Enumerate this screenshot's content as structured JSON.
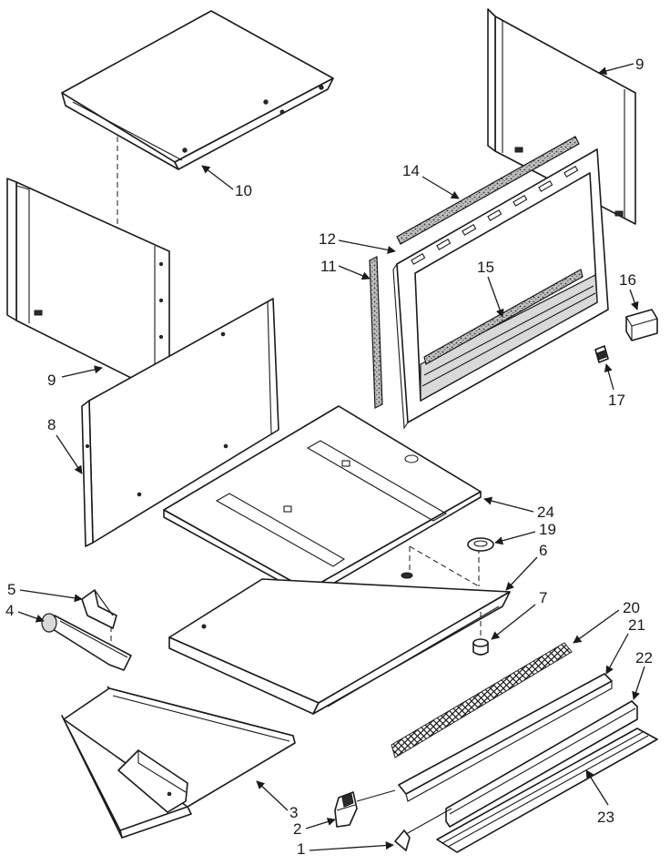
{
  "callouts": [
    {
      "id": "c10",
      "label": "10"
    },
    {
      "id": "c9a",
      "label": "9"
    },
    {
      "id": "c14",
      "label": "14"
    },
    {
      "id": "c12",
      "label": "12"
    },
    {
      "id": "c11",
      "label": "11"
    },
    {
      "id": "c15",
      "label": "15"
    },
    {
      "id": "c16",
      "label": "16"
    },
    {
      "id": "c17",
      "label": "17"
    },
    {
      "id": "c9b",
      "label": "9"
    },
    {
      "id": "c8",
      "label": "8"
    },
    {
      "id": "c24",
      "label": "24"
    },
    {
      "id": "c19",
      "label": "19"
    },
    {
      "id": "c6",
      "label": "6"
    },
    {
      "id": "c7",
      "label": "7"
    },
    {
      "id": "c5",
      "label": "5"
    },
    {
      "id": "c4",
      "label": "4"
    },
    {
      "id": "c20",
      "label": "20"
    },
    {
      "id": "c21",
      "label": "21"
    },
    {
      "id": "c22",
      "label": "22"
    },
    {
      "id": "c3",
      "label": "3"
    },
    {
      "id": "c2",
      "label": "2"
    },
    {
      "id": "c1",
      "label": "1"
    },
    {
      "id": "c23",
      "label": "23"
    }
  ]
}
